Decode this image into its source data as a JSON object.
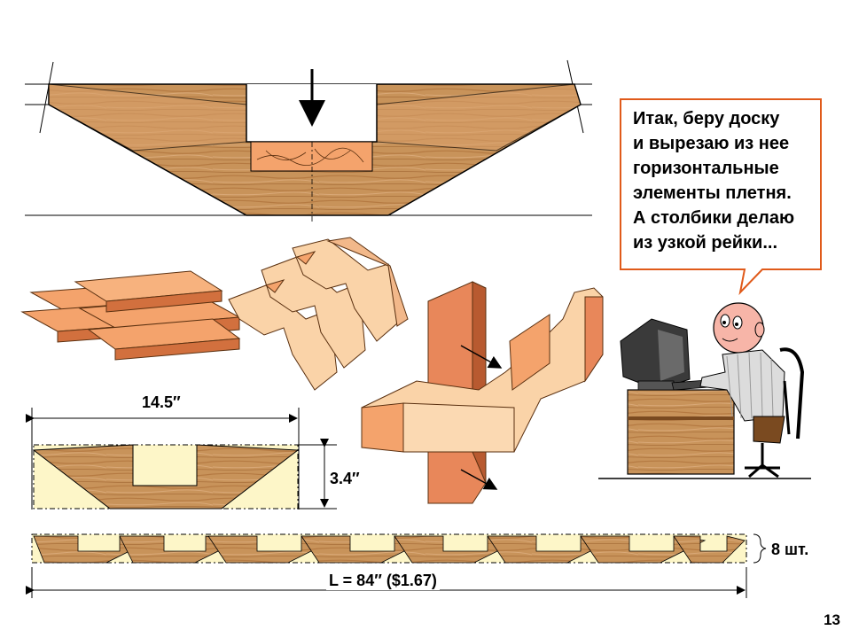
{
  "callout": {
    "lines": [
      "Итак, беру доску",
      "и вырезаю из нее",
      "горизонтальные",
      "элементы плетня.",
      "А столбики делаю",
      "из узкой рейки..."
    ]
  },
  "dimensions": {
    "width": "14.5″",
    "height": "3.4″",
    "count": "8 шт.",
    "length": "L = 84″ ($1.67)"
  },
  "page_number": "13",
  "colors": {
    "wood": "#c8935a",
    "wood_dark": "#9a6230",
    "cut_piece": "#f4a36c",
    "light_piece": "#fad3a8",
    "post_orange": "#e8875a",
    "blank_fill": "#fdf6c8",
    "callout_border": "#e05a1a"
  }
}
